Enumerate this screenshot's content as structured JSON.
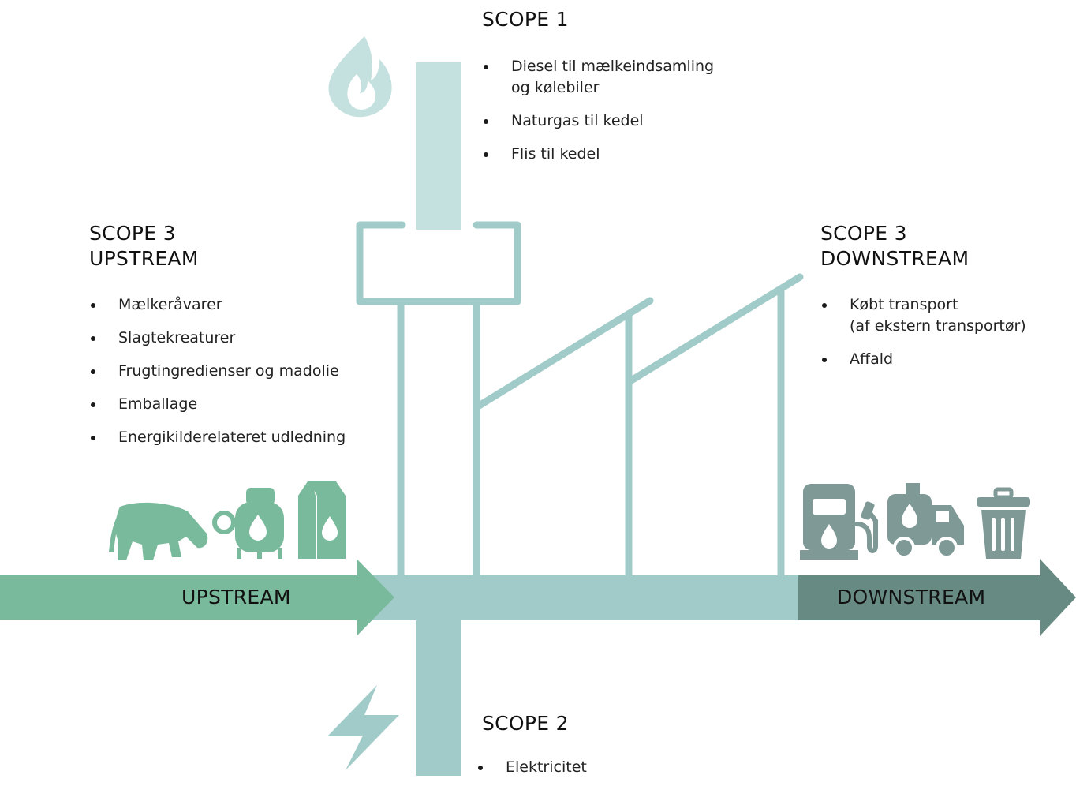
{
  "scope1": {
    "title": "SCOPE 1",
    "items": [
      "Diesel til mælkeindsamling",
      "og kølebiler",
      "Naturgas til kedel",
      "Flis til kedel"
    ]
  },
  "scope2": {
    "title": "SCOPE 2",
    "items": [
      "Elektricitet"
    ]
  },
  "scope3_upstream": {
    "title_line1": "SCOPE 3",
    "title_line2": "UPSTREAM",
    "items": [
      "Mælkeråvarer",
      "Slagtekreaturer",
      "Frugtingredienser og madolie",
      "Emballage",
      "Energikilderelateret udledning"
    ]
  },
  "scope3_downstream": {
    "title_line1": "SCOPE 3",
    "title_line2": "DOWNSTREAM",
    "items": [
      "Købt transport",
      "(af ekstern transportør)",
      "Affald"
    ]
  },
  "arrows": {
    "upstream_label": "UPSTREAM",
    "downstream_label": "DOWNSTREAM"
  },
  "icons": {
    "upstream": [
      "cow-icon",
      "milk-tank-icon",
      "milk-carton-icon"
    ],
    "downstream": [
      "fuel-pump-icon",
      "tanker-truck-icon",
      "trash-can-icon"
    ],
    "scope1": "flame-icon",
    "scope2": "lightning-icon"
  },
  "colors": {
    "upstream": "#7aba9c",
    "center": "#a0cbc8",
    "chimney_top": "#c4e1df",
    "downstream": "#678a83",
    "downstream_icons": "#7f9996",
    "factory_outline": "#a0cbc8"
  }
}
